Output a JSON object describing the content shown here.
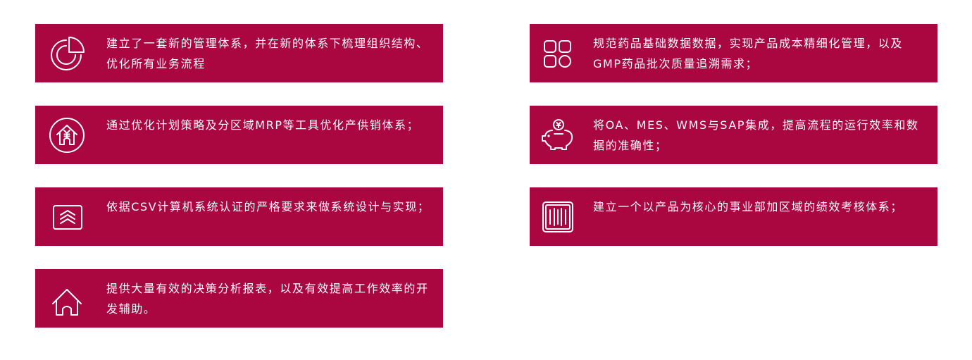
{
  "colors": {
    "card_background": "#aa063f",
    "card_text": "#ffffff",
    "page_background": "#ffffff"
  },
  "left_column": {
    "cards": [
      {
        "icon": "pie-chart-icon",
        "text": "建立了一套新的管理体系，并在新的体系下梳理组织结构、优化所有业务流程"
      },
      {
        "icon": "house-yuan-icon",
        "text": "通过优化计划策略及分区域MRP等工具优化产供销体系；"
      },
      {
        "icon": "layers-chevron-icon",
        "text": "依据CSV计算机系统认证的严格要求来做系统设计与实现；"
      },
      {
        "icon": "home-icon",
        "text": "提供大量有效的决策分析报表，以及有效提高工作效率的开发辅助。"
      }
    ]
  },
  "right_column": {
    "cards": [
      {
        "icon": "app-grid-icon",
        "text": "规范药品基础数据数据，实现产品成本精细化管理，以及GMP药品批次质量追溯需求；"
      },
      {
        "icon": "piggy-bank-yuan-icon",
        "text": "将OA、MES、WMS与SAP集成，提高流程的运行效率和数据的准确性；"
      },
      {
        "icon": "barcode-box-icon",
        "text": "建立一个以产品为核心的事业部加区域的绩效考核体系；"
      }
    ]
  }
}
